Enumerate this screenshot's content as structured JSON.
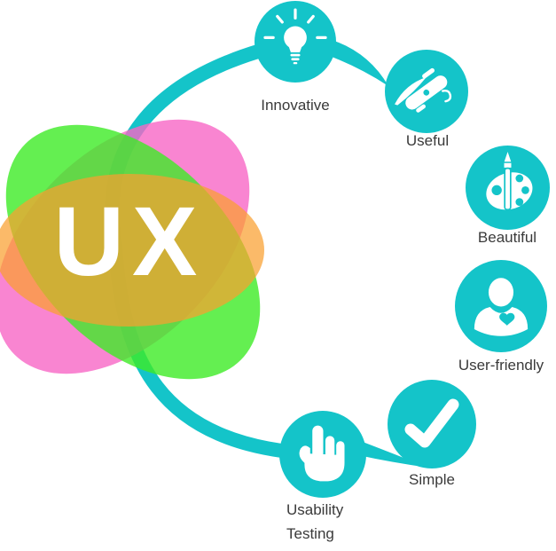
{
  "logo": {
    "text": "UX"
  },
  "colors": {
    "teal": "#14c4c9",
    "pink": "#f98fd0",
    "green": "#66f04d",
    "orange": "#fbaa4a",
    "gold_center": "#c9b71f",
    "label_text": "#3a3a3a",
    "background": "#ffffff"
  },
  "nodes": [
    {
      "id": "innovative",
      "label": "Innovative",
      "icon": "lightbulb-icon"
    },
    {
      "id": "useful",
      "label": "Useful",
      "icon": "swiss-army-knife-icon"
    },
    {
      "id": "beautiful",
      "label": "Beautiful",
      "icon": "paint-palette-icon"
    },
    {
      "id": "user-friendly",
      "label": "User-friendly",
      "icon": "person-heart-icon"
    },
    {
      "id": "simple",
      "label": "Simple",
      "icon": "checkmark-icon"
    },
    {
      "id": "usability-testing",
      "label": "Usability\nTesting",
      "icon": "pointing-hand-icon"
    }
  ]
}
